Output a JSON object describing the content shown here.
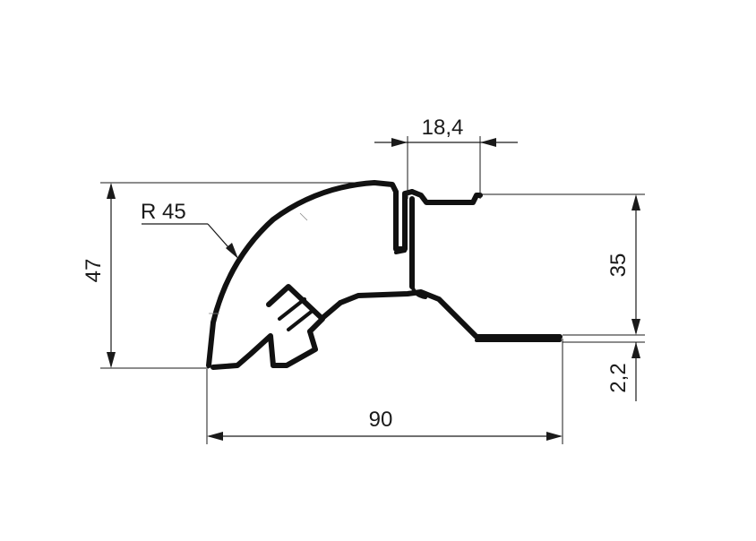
{
  "dimensions": {
    "width_overall": "90",
    "height_overall": "47",
    "radius": "R 45",
    "top_width": "18,4",
    "right_height": "35",
    "lip_thickness": "2,2"
  },
  "colors": {
    "line": "#1a1a1a",
    "profile": "#111111",
    "background": "#ffffff"
  }
}
